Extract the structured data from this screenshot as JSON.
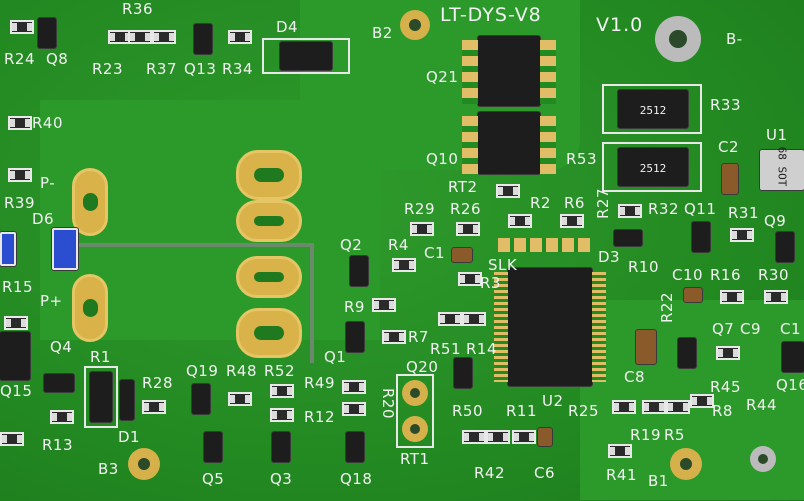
{
  "board": {
    "title": "LT-DYS-V8",
    "version": "V1.0",
    "labels": [
      {
        "id": "R36",
        "text": "R36"
      },
      {
        "id": "R24",
        "text": "R24"
      },
      {
        "id": "Q8",
        "text": "Q8"
      },
      {
        "id": "R23",
        "text": "R23"
      },
      {
        "id": "R37",
        "text": "R37"
      },
      {
        "id": "Q13",
        "text": "Q13"
      },
      {
        "id": "R34",
        "text": "R34"
      },
      {
        "id": "D4",
        "text": "D4"
      },
      {
        "id": "B2",
        "text": "B2"
      },
      {
        "id": "Q21",
        "text": "Q21"
      },
      {
        "id": "Bminus",
        "text": "B-"
      },
      {
        "id": "R33",
        "text": "R33"
      },
      {
        "id": "R40",
        "text": "R40"
      },
      {
        "id": "Pminus",
        "text": "P-"
      },
      {
        "id": "R39",
        "text": "R39"
      },
      {
        "id": "D6",
        "text": "D6"
      },
      {
        "id": "Q10",
        "text": "Q10"
      },
      {
        "id": "R53",
        "text": "R53"
      },
      {
        "id": "RT2",
        "text": "RT2"
      },
      {
        "id": "C2",
        "text": "C2"
      },
      {
        "id": "U1",
        "text": "U1"
      },
      {
        "id": "R29",
        "text": "R29"
      },
      {
        "id": "R26",
        "text": "R26"
      },
      {
        "id": "R2",
        "text": "R2"
      },
      {
        "id": "R6",
        "text": "R6"
      },
      {
        "id": "R27",
        "text": "R27"
      },
      {
        "id": "R32",
        "text": "R32"
      },
      {
        "id": "Q11",
        "text": "Q11"
      },
      {
        "id": "R31",
        "text": "R31"
      },
      {
        "id": "Q9",
        "text": "Q9"
      },
      {
        "id": "Q2",
        "text": "Q2"
      },
      {
        "id": "R4",
        "text": "R4"
      },
      {
        "id": "C1",
        "text": "C1"
      },
      {
        "id": "SLK",
        "text": "SLK"
      },
      {
        "id": "D3",
        "text": "D3"
      },
      {
        "id": "R10",
        "text": "R10"
      },
      {
        "id": "R15",
        "text": "R15"
      },
      {
        "id": "Pplus",
        "text": "P+"
      },
      {
        "id": "R3",
        "text": "R3"
      },
      {
        "id": "C10",
        "text": "C10"
      },
      {
        "id": "R16",
        "text": "R16"
      },
      {
        "id": "R30",
        "text": "R30"
      },
      {
        "id": "R9",
        "text": "R9"
      },
      {
        "id": "R22",
        "text": "R22"
      },
      {
        "id": "Q7",
        "text": "Q7"
      },
      {
        "id": "C9",
        "text": "C9"
      },
      {
        "id": "C11",
        "text": "C1"
      },
      {
        "id": "R7",
        "text": "R7"
      },
      {
        "id": "R51",
        "text": "R51"
      },
      {
        "id": "R14",
        "text": "R14"
      },
      {
        "id": "Q4",
        "text": "Q4"
      },
      {
        "id": "R1",
        "text": "R1"
      },
      {
        "id": "Q1",
        "text": "Q1"
      },
      {
        "id": "R52",
        "text": "R52"
      },
      {
        "id": "Q20",
        "text": "Q20"
      },
      {
        "id": "C8",
        "text": "C8"
      },
      {
        "id": "R45",
        "text": "R45"
      },
      {
        "id": "Q19",
        "text": "Q19"
      },
      {
        "id": "R48",
        "text": "R48"
      },
      {
        "id": "Q16",
        "text": "Q16"
      },
      {
        "id": "R28",
        "text": "R28"
      },
      {
        "id": "R49",
        "text": "R49"
      },
      {
        "id": "Q15",
        "text": "Q15"
      },
      {
        "id": "R12",
        "text": "R12"
      },
      {
        "id": "R20",
        "text": "R20"
      },
      {
        "id": "R44",
        "text": "R44"
      },
      {
        "id": "U2",
        "text": "U2"
      },
      {
        "id": "R25",
        "text": "R25"
      },
      {
        "id": "R8",
        "text": "R8"
      },
      {
        "id": "D1",
        "text": "D1"
      },
      {
        "id": "R50",
        "text": "R50"
      },
      {
        "id": "R11",
        "text": "R11"
      },
      {
        "id": "R19",
        "text": "R19"
      },
      {
        "id": "R5",
        "text": "R5"
      },
      {
        "id": "R13",
        "text": "R13"
      },
      {
        "id": "RT1",
        "text": "RT1"
      },
      {
        "id": "B3",
        "text": "B3"
      },
      {
        "id": "Q5",
        "text": "Q5"
      },
      {
        "id": "Q3",
        "text": "Q3"
      },
      {
        "id": "Q18",
        "text": "Q18"
      },
      {
        "id": "R42",
        "text": "R42"
      },
      {
        "id": "C6",
        "text": "C6"
      },
      {
        "id": "R41",
        "text": "R41"
      },
      {
        "id": "B1",
        "text": "B1"
      }
    ],
    "markings": {
      "r33_value": "2512",
      "r53_value": "2512",
      "u1_marking": "68 SOT"
    }
  }
}
